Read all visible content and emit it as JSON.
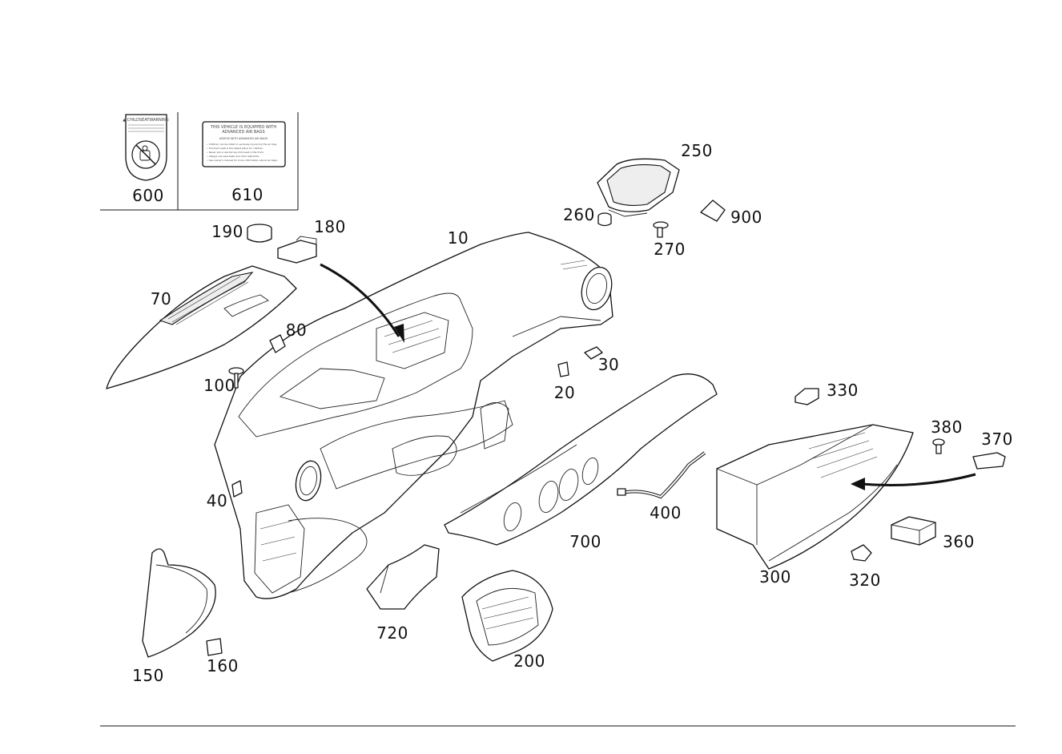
{
  "labels_panel": {
    "label_600": {
      "callout": "600",
      "brand": "▲ CHILDSEATWARNING",
      "icon": "child-seat-prohibited-icon"
    },
    "label_610": {
      "callout": "610",
      "line1": "THIS VEHICLE IS EQUIPPED WITH",
      "line2": "ADVANCED AIR BAGS",
      "subhead": "ASSESS WITH ADVANCED AIR BAGS",
      "bullets": [
        "• Children can be killed or seriously injured by the air bag.",
        "• The back seat is the safest place for children.",
        "• Never put a rear-facing child seat in the front.",
        "• Always use seat belts and child restraints.",
        "• See owner's manual for more information about air bags."
      ]
    }
  },
  "callouts": [
    {
      "id": "10",
      "text": "10"
    },
    {
      "id": "20",
      "text": "20"
    },
    {
      "id": "30",
      "text": "30"
    },
    {
      "id": "40",
      "text": "40"
    },
    {
      "id": "70",
      "text": "70"
    },
    {
      "id": "80",
      "text": "80"
    },
    {
      "id": "100",
      "text": "100"
    },
    {
      "id": "150",
      "text": "150"
    },
    {
      "id": "160",
      "text": "160"
    },
    {
      "id": "180",
      "text": "180"
    },
    {
      "id": "190",
      "text": "190"
    },
    {
      "id": "200",
      "text": "200"
    },
    {
      "id": "250",
      "text": "250"
    },
    {
      "id": "260",
      "text": "260"
    },
    {
      "id": "270",
      "text": "270"
    },
    {
      "id": "300",
      "text": "300"
    },
    {
      "id": "320",
      "text": "320"
    },
    {
      "id": "330",
      "text": "330"
    },
    {
      "id": "360",
      "text": "360"
    },
    {
      "id": "370",
      "text": "370"
    },
    {
      "id": "380",
      "text": "380"
    },
    {
      "id": "400",
      "text": "400"
    },
    {
      "id": "700",
      "text": "700"
    },
    {
      "id": "720",
      "text": "720"
    },
    {
      "id": "900",
      "text": "900"
    }
  ],
  "colors": {
    "line": "#111111",
    "background": "#ffffff"
  }
}
